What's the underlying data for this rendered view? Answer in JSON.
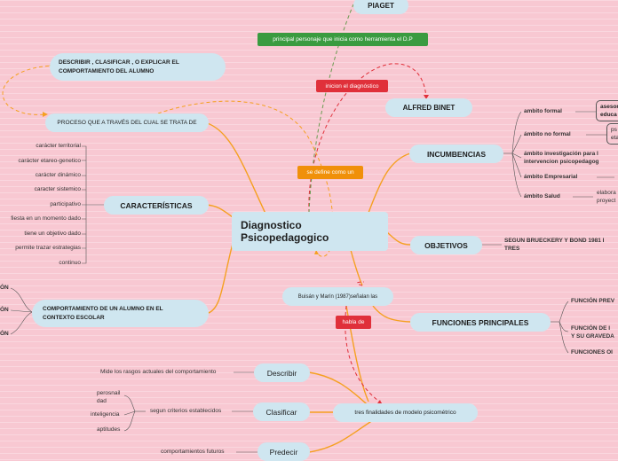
{
  "central": {
    "line1": "Diagnostico",
    "line2": "Psicopedagogico"
  },
  "piaget": "PIAGET",
  "piaget_desc": "principal personaje que inicia como herramienta el D.P",
  "alfred_binet": "ALFRED BINET",
  "inicion_label": "inicion el diagnóstico",
  "define_label": "se define como un",
  "describir_top": {
    "line1": "DESCRIBIR , CLASIFICAR , O EXPLICAR EL",
    "line2": "COMPORTAMIENTO DEL ALUMNO"
  },
  "proceso": "PROCESO QUE A TRAVÉS DEL CUAL SE TRATA DE",
  "caracteristicas": {
    "title": "CARACTERÍSTICAS",
    "items": [
      "carácter territorial",
      "carácter etareo-genetico",
      "carácter dinámico",
      "caracter sistemico",
      "participativo",
      "fiesta en un momento dado",
      "tiene un objetivo dado",
      "permite trazar estrategias",
      "continuo"
    ]
  },
  "comportamiento": {
    "line1": "COMPORTAMIENTO DE UN ALUMNO EN EL",
    "line2": "CONTEXTO ESCOLAR",
    "left_frags": [
      "ÓN",
      "ÓN",
      "ÓN"
    ]
  },
  "incumbencias": {
    "title": "INCUMBENCIAS",
    "items": [
      {
        "label": "ambito formal",
        "extra1": "asesor",
        "extra2": "educa"
      },
      {
        "label": "ámbito no formal",
        "extra1": "ps",
        "extra2": "eta"
      },
      {
        "label1": "ámbito investigación para l",
        "label2": "intervencion psicopedagog"
      },
      {
        "label": "ámbito Empresarial"
      },
      {
        "label": "ámbito Salud",
        "extra1": "elabora",
        "extra2": "proyect"
      }
    ]
  },
  "objetivos": {
    "title": "OBJETIVOS",
    "line1": "SEGUN BRUECKERY Y BOND 1981 I",
    "line2": "TRES"
  },
  "buisan": "Buisán y Marín (1987)señalan las",
  "habla_de": "habla de",
  "funciones": {
    "title": "FUNCIONES PRINCIPALES",
    "items": [
      {
        "line1": "FUNCIÓN PREV"
      },
      {
        "line1": "FUNCIÓN DE I",
        "line2": "Y SU GRAVEDA"
      },
      {
        "line1": "FUNCIONES OI"
      }
    ]
  },
  "tres_finalidades": "tres finalidades de modelo psicométrico",
  "describir": {
    "title": "Describir",
    "desc": "Mide los rasgos actuales del comportamiento"
  },
  "clasificar": {
    "title": "Clasificar",
    "desc": "segun criterios establecidos",
    "items": [
      "perosnail\ndad",
      "inteligencia",
      "aptitudes"
    ]
  },
  "predecir": {
    "title": "Predecir",
    "desc": "comportamientos futuros"
  },
  "colors": {
    "branch": "#f5a020",
    "dashed_red": "#e0303a",
    "dashed_green": "#6a9a50",
    "node": "#cfe6f0",
    "background": "#f8c8d2"
  }
}
